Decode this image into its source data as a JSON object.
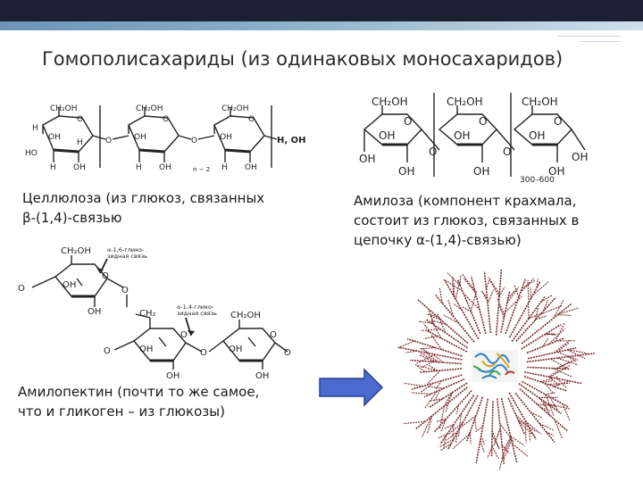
{
  "slide": {
    "title": "Гомополисахариды (из одинаковых моносахаридов)"
  },
  "cellulose": {
    "caption_line1": "Целлюлоза (из глюкоз, связанных",
    "caption_line2": "β-(1,4)-связью",
    "labels": {
      "ch2oh": "CH₂OH",
      "h": "H",
      "oh": "OH",
      "o": "O",
      "ho": "HO",
      "h_oh": "H, OH",
      "n": "n − 2"
    }
  },
  "amylose": {
    "caption_line1": "Амилоза (компонент крахмала,",
    "caption_line2": "состоит из глюкоз, связанных в",
    "caption_line3": "цепочку α-(1,4)-связью)",
    "labels": {
      "ch2oh": "CH₂OH",
      "oh": "OH",
      "o": "O",
      "range": "300–600"
    }
  },
  "amylopectin": {
    "caption_line1": "Амилопектин (почти то же самое,",
    "caption_line2": "что и гликоген – из глюкозы)",
    "labels": {
      "ch2oh": "CH₂OH",
      "ch2": "CH₂",
      "oh": "OH",
      "o": "O",
      "branch_link_1": "α-1,6-глико-",
      "branch_link_2": "зидная связь",
      "chain_link_1": "α-1,4-глико-",
      "chain_link_2": "зидная связь"
    }
  },
  "colors": {
    "arrow_fill": "#4a6ad0",
    "arrow_stroke": "#2d3f8a",
    "glycogen": "#7a2a2a"
  }
}
